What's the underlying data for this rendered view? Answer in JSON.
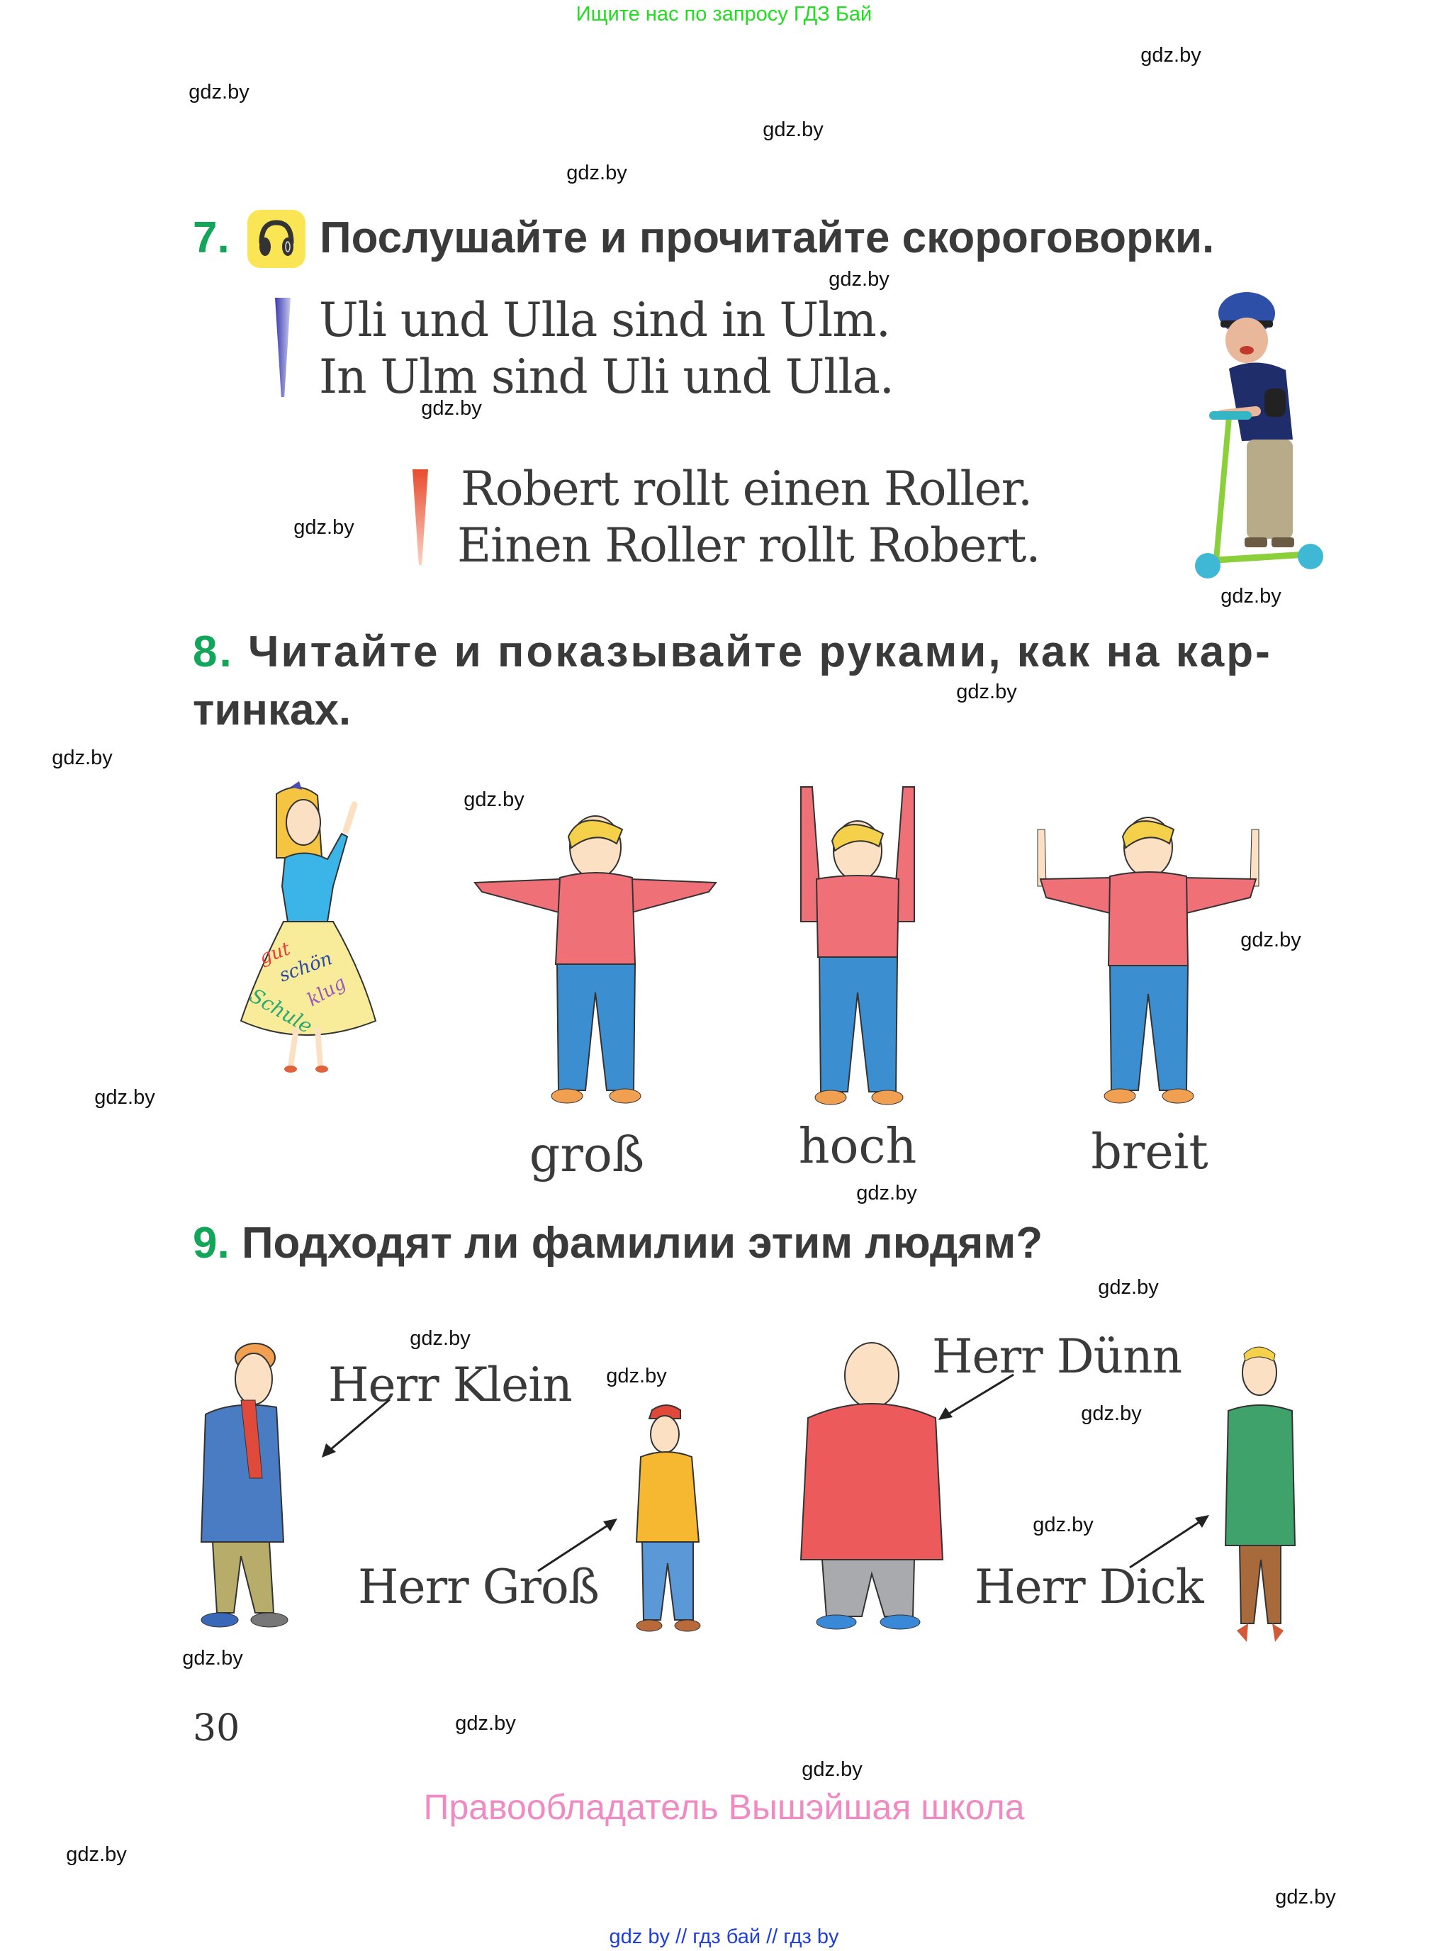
{
  "banner": {
    "text": "Ищите нас по запросу ГДЗ Бай",
    "color": "#22dd22"
  },
  "watermark_text": "gdz.by",
  "task7": {
    "number": "7.",
    "icon": "headphones-icon",
    "title": "Послушайте и прочитайте скороговорки.",
    "twister1": [
      "Uli und Ulla sind in Ulm.",
      "In Ulm sind Uli und Ulla."
    ],
    "twister2": [
      "Robert rollt einen Roller.",
      "Einen Roller rollt Robert."
    ]
  },
  "task8": {
    "number": "8.",
    "title_line1": "Читайте и показывайте руками, как на кар-",
    "title_line2": "тинках.",
    "skirt_words": [
      "gut",
      "schön",
      "klug",
      "Schule"
    ],
    "words": [
      "groß",
      "hoch",
      "breit"
    ]
  },
  "task9": {
    "number": "9.",
    "title": "Подходят ли фамилии этим людям?",
    "names": [
      "Herr Klein",
      "Herr Groß",
      "Herr Dünn",
      "Herr Dick"
    ]
  },
  "page_number": "30",
  "copyright": "Правообладатель Вышэйшая школа",
  "footer": "gdz by  //  гдз бай  //  гдз by",
  "colors": {
    "task_number": "#13a55a",
    "heading": "#3a3a3a",
    "copyright": "#f08ac3",
    "footer": "#1f3fd8"
  }
}
